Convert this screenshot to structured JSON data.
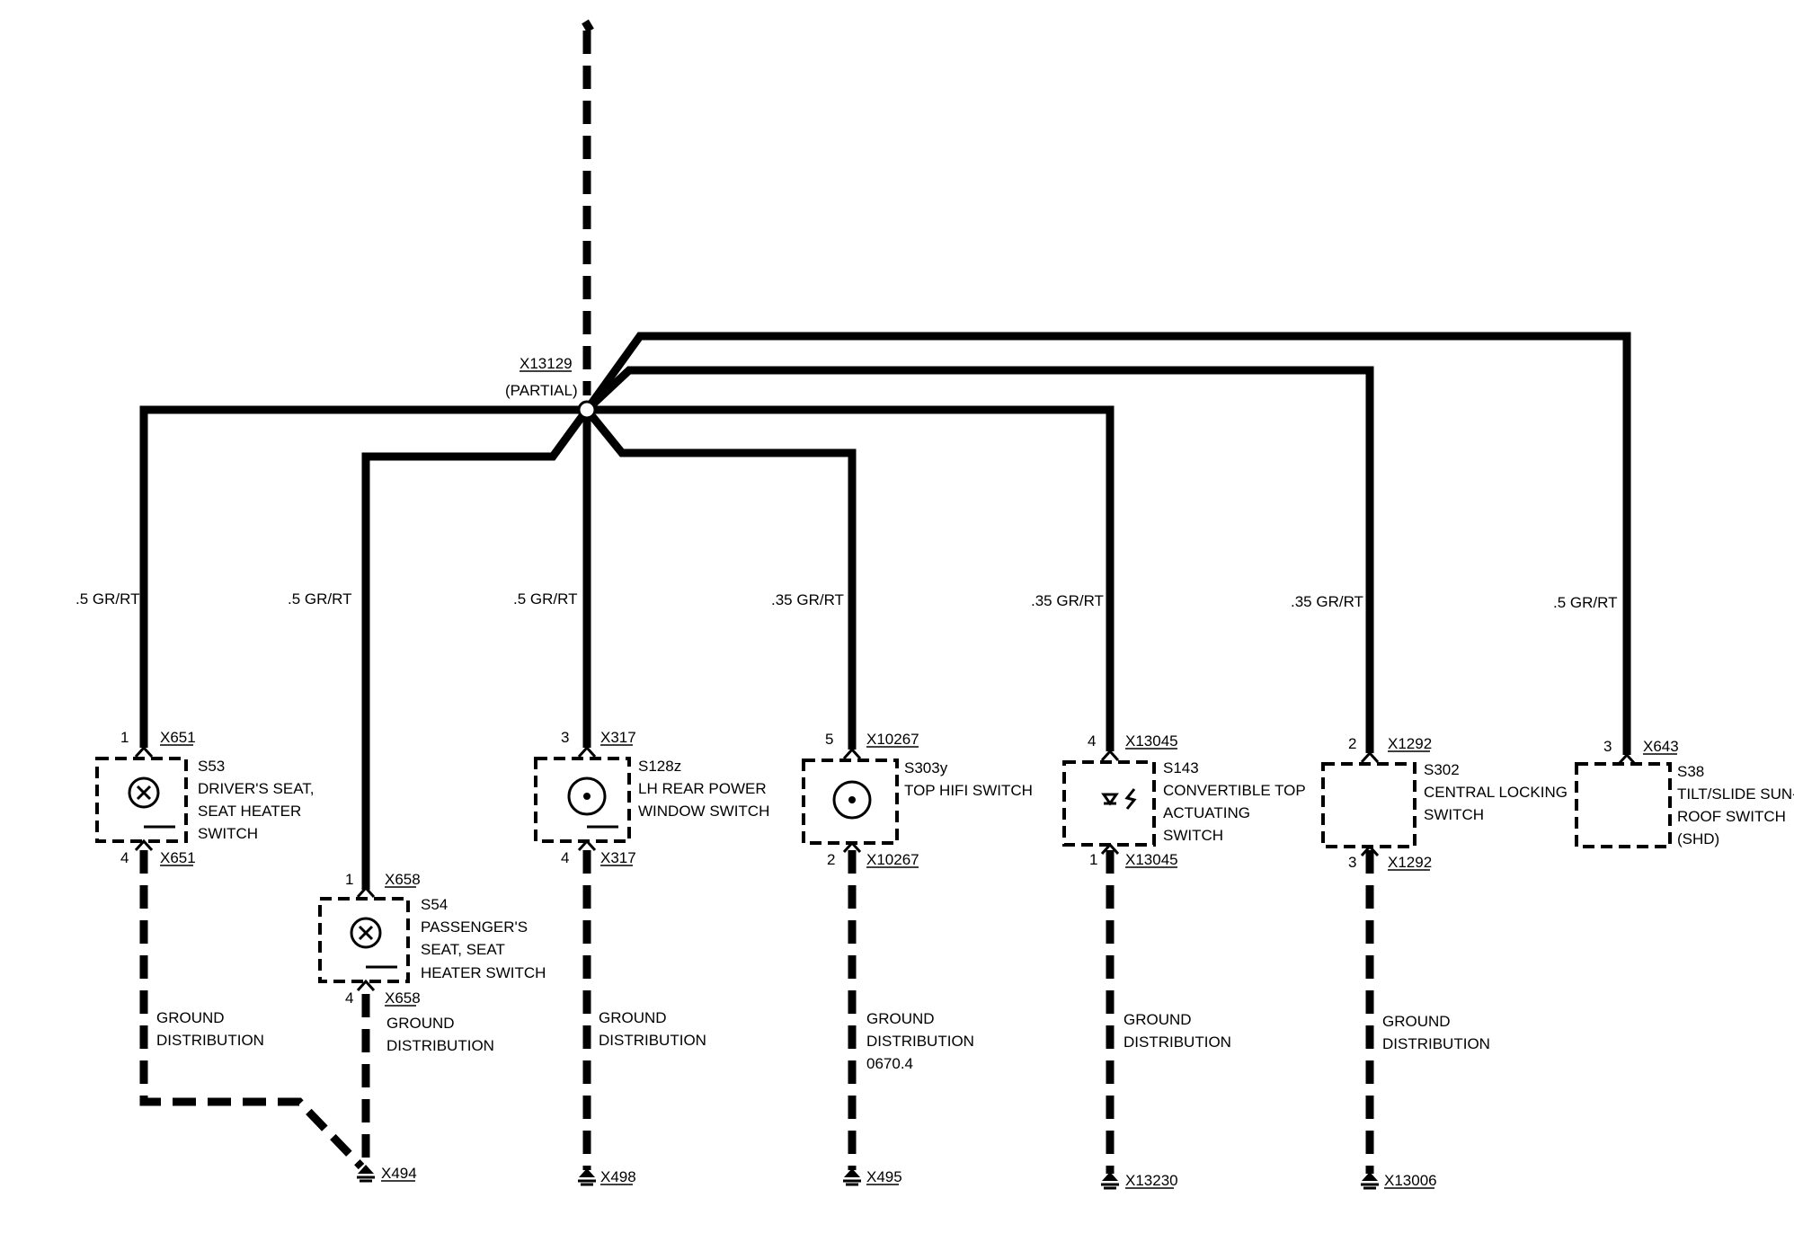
{
  "splice": {
    "id": "X13129",
    "note": "(PARTIAL)"
  },
  "wire_labels": [
    ".5 GR/RT",
    ".5 GR/RT",
    ".5 GR/RT",
    ".35 GR/RT",
    ".35 GR/RT",
    ".35 GR/RT",
    ".5 GR/RT"
  ],
  "components": [
    {
      "id": "S53",
      "lines": [
        "DRIVER'S SEAT,",
        "SEAT HEATER",
        "SWITCH"
      ],
      "top_pin": "1",
      "top_conn": "X651",
      "bot_pin": "4",
      "bot_conn": "X651"
    },
    {
      "id": "S54",
      "lines": [
        "PASSENGER'S",
        "SEAT, SEAT",
        "HEATER SWITCH"
      ],
      "top_pin": "1",
      "top_conn": "X658",
      "bot_pin": "4",
      "bot_conn": "X658"
    },
    {
      "id": "S128z",
      "lines": [
        "LH REAR POWER",
        "WINDOW SWITCH"
      ],
      "top_pin": "3",
      "top_conn": "X317",
      "bot_pin": "4",
      "bot_conn": "X317"
    },
    {
      "id": "S303y",
      "lines": [
        "TOP HIFI SWITCH"
      ],
      "top_pin": "5",
      "top_conn": "X10267",
      "bot_pin": "2",
      "bot_conn": "X10267"
    },
    {
      "id": "S143",
      "lines": [
        "CONVERTIBLE TOP",
        "ACTUATING",
        "SWITCH"
      ],
      "top_pin": "4",
      "top_conn": "X13045",
      "bot_pin": "1",
      "bot_conn": "X13045"
    },
    {
      "id": "S302",
      "lines": [
        "CENTRAL LOCKING",
        "SWITCH"
      ],
      "top_pin": "2",
      "top_conn": "X1292",
      "bot_pin": "3",
      "bot_conn": "X1292"
    },
    {
      "id": "S38",
      "lines": [
        "TILT/SLIDE SUN-",
        "ROOF SWITCH",
        "(SHD)"
      ],
      "top_pin": "3",
      "top_conn": "X643"
    }
  ],
  "grounds": [
    {
      "lines": [
        "GROUND",
        "DISTRIBUTION"
      ]
    },
    {
      "lines": [
        "GROUND",
        "DISTRIBUTION"
      ]
    },
    {
      "lines": [
        "GROUND",
        "DISTRIBUTION"
      ]
    },
    {
      "lines": [
        "GROUND",
        "DISTRIBUTION",
        "0670.4"
      ]
    },
    {
      "lines": [
        "GROUND",
        "DISTRIBUTION"
      ]
    },
    {
      "lines": [
        "GROUND",
        "DISTRIBUTION"
      ]
    }
  ],
  "ground_points": [
    "X494",
    "X498",
    "X495",
    "X13230",
    "X13006"
  ]
}
